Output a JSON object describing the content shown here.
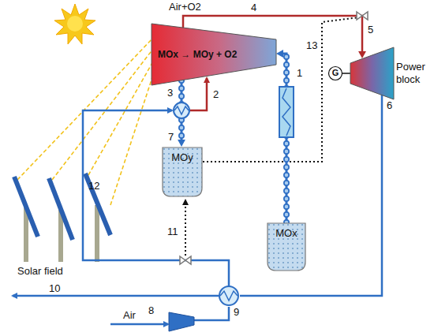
{
  "diagram": {
    "nodes": [
      {
        "text": [
          "MOx → MOy + O2"
        ]
      },
      {
        "text": [
          "G"
        ]
      },
      {
        "text": [
          "Power block"
        ]
      },
      {
        "text": [
          "MOy"
        ]
      },
      {
        "text": [
          "MOx"
        ]
      }
    ],
    "edges": [
      {
        "from": 0,
        "to": 2,
        "arrow": "to"
      },
      {
        "from": 4,
        "to": 0,
        "arrow": "to"
      },
      {
        "from": 0,
        "to": 3,
        "arrow": "to"
      },
      {
        "from": 1,
        "to": 2,
        "arrow": "none"
      }
    ],
    "labels": [
      "Air+O2",
      "4",
      "5",
      "13",
      "1",
      "3",
      "2",
      "7",
      "12",
      "11",
      "6",
      "10",
      "9",
      "Air",
      "8",
      "Solar field"
    ]
  }
}
